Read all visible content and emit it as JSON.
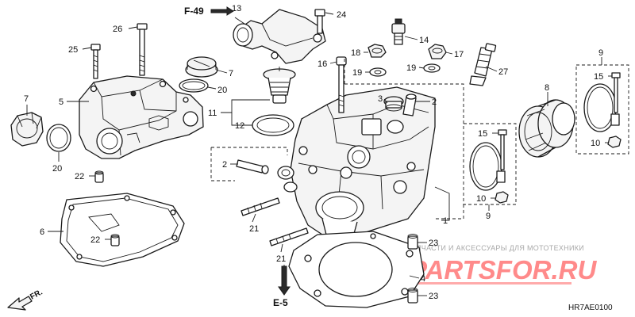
{
  "diagram_code": "HR7AE0100",
  "references": {
    "top": "F-49",
    "bottom": "E-5"
  },
  "direction_label": "FR.",
  "watermark": {
    "tagline": "ЗАПЧАСТИ И АКСЕССУАРЫ ДЛЯ МОТОТЕХНИКИ",
    "logo": "PARTSFOR.RU"
  },
  "callouts": {
    "c1": "1",
    "c2a": "2",
    "c2b": "2",
    "c3": "3",
    "c4": "4",
    "c5": "5",
    "c6": "6",
    "c7a": "7",
    "c7b": "7",
    "c8": "8",
    "c9a": "9",
    "c9b": "9",
    "c10a": "10",
    "c10b": "10",
    "c11": "11",
    "c12": "12",
    "c13": "13",
    "c14": "14",
    "c15a": "15",
    "c15b": "15",
    "c16": "16",
    "c17": "17",
    "c18": "18",
    "c19a": "19",
    "c19b": "19",
    "c20a": "20",
    "c20b": "20",
    "c21a": "21",
    "c21b": "21",
    "c22a": "22",
    "c22b": "22",
    "c23a": "23",
    "c23b": "23",
    "c24": "24",
    "c25": "25",
    "c26": "26",
    "c27": "27"
  }
}
